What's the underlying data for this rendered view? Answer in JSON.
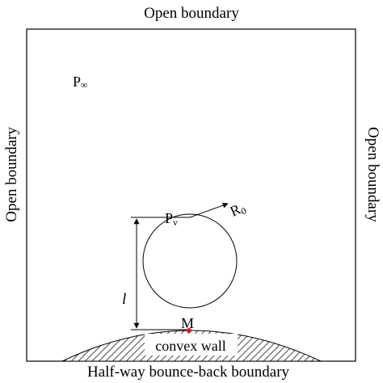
{
  "labels": {
    "top": "Open boundary",
    "left": "Open boundary",
    "right": "Open boundary",
    "bottom": "Half-way bounce-back boundary",
    "p_inf_base": "P",
    "p_inf_sub": "∞",
    "pv_base": "P",
    "pv_sub": "v",
    "r0_base": "R",
    "r0_sub": "0",
    "l": "l",
    "m": "M",
    "wall": "convex wall"
  },
  "colors": {
    "line": "#000000",
    "point_m": "#e0141e",
    "hatch": "#555555"
  }
}
